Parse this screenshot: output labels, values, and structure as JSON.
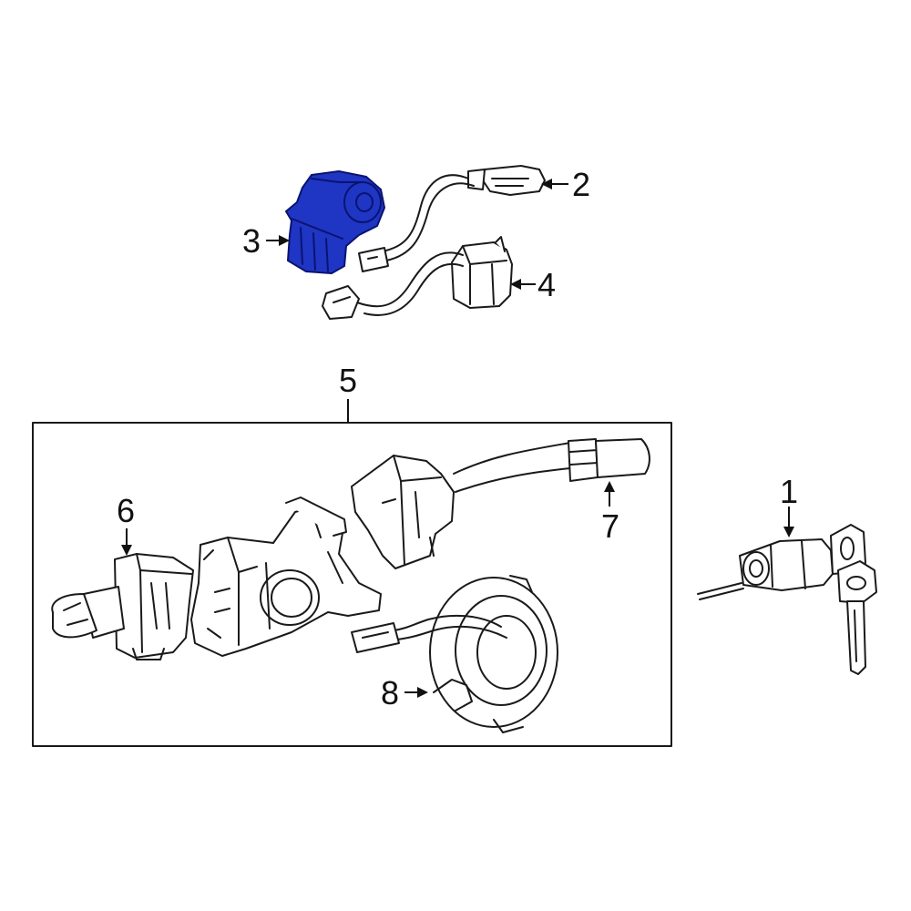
{
  "colors": {
    "highlight": "#1f35c4",
    "line": "#1a1a1a",
    "background": "#ffffff"
  },
  "callouts": {
    "c1": "1",
    "c2": "2",
    "c3": "3",
    "c4": "4",
    "c5": "5",
    "c6": "6",
    "c7": "7",
    "c8": "8"
  }
}
